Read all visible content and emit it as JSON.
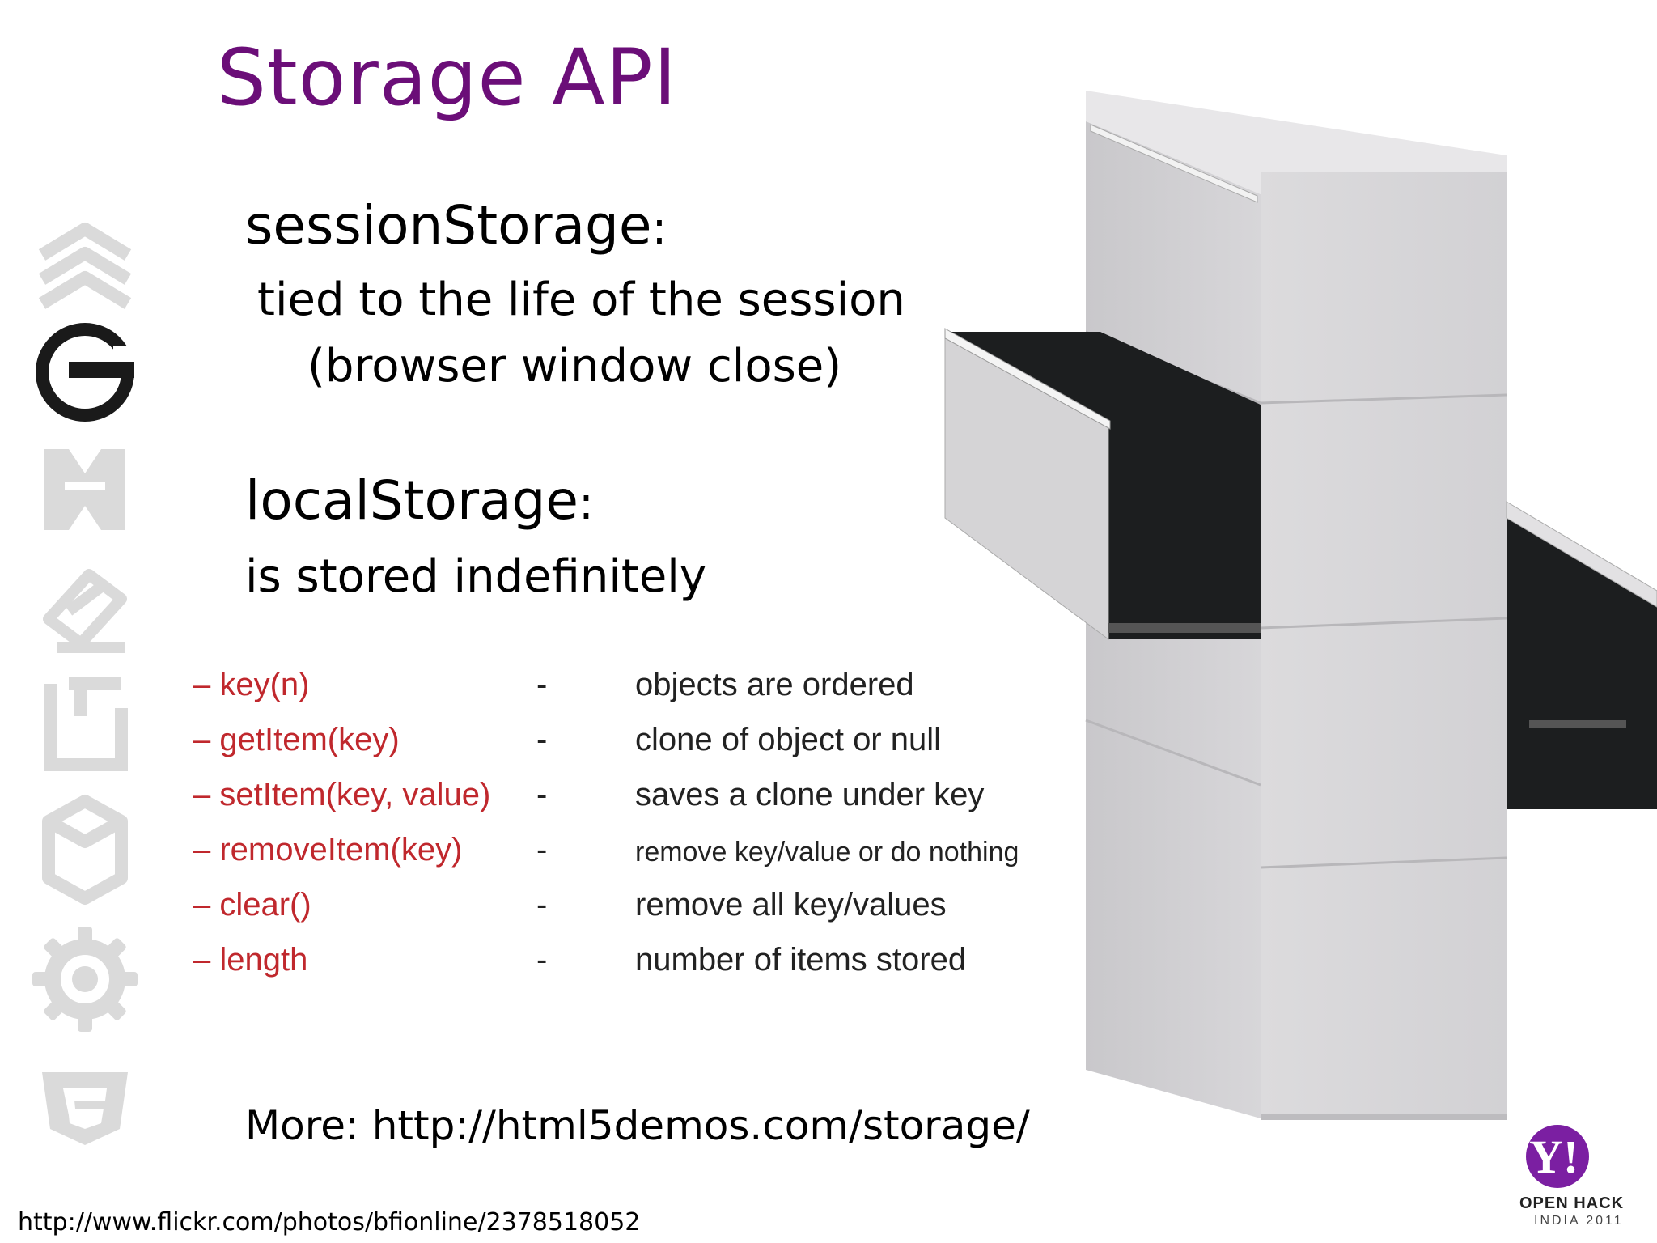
{
  "slide": {
    "title": "Storage API",
    "session": {
      "heading": "sessionStorage",
      "colon": ":",
      "line1": "tied to the life of the session",
      "line2": "(browser window close)"
    },
    "local": {
      "heading": "localStorage",
      "colon": ":",
      "line1": "is stored indefinitely"
    },
    "api": [
      {
        "method": "– key(n)",
        "dash": "-",
        "desc": "objects are ordered"
      },
      {
        "method": "– getItem(key)",
        "dash": "-",
        "desc": "clone of object or null"
      },
      {
        "method": "– setItem(key, value)",
        "dash": "-",
        "desc": "saves a clone under key"
      },
      {
        "method": "– removeItem(key)",
        "dash": "-",
        "desc": "remove key/value or do nothing"
      },
      {
        "method": "– clear()",
        "dash": "-",
        "desc": "remove all key/values"
      },
      {
        "method": "– length",
        "dash": "-",
        "desc": "number of items stored"
      }
    ],
    "more": "More: http://html5demos.com/storage/",
    "credit": "http://www.flickr.com/photos/bfionline/2378518052",
    "logo": {
      "mark": "Y!",
      "line1": "OPEN HACK",
      "line2": "INDIA 2011"
    }
  },
  "icons": [
    "connectivity-icon",
    "html5-g-icon",
    "multimedia-icon",
    "graphics-icon",
    "offline-storage-icon",
    "device-access-icon",
    "performance-icon",
    "css3-icon"
  ],
  "colors": {
    "title": "#6b0e78",
    "method": "#c0282d",
    "icon_gray": "#d9d9d9",
    "logo_purple": "#7b1fa2"
  }
}
